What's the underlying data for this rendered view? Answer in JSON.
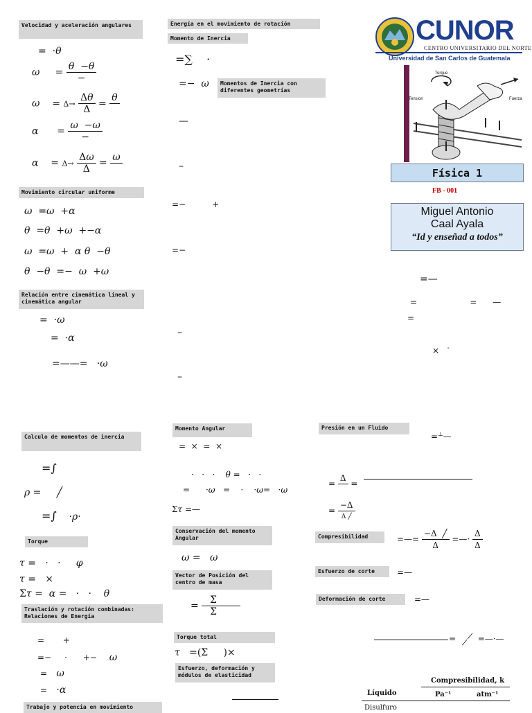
{
  "sections": {
    "velocidad": "Velocidad y aceleración angulares",
    "energia_rot": "Energía en el movimiento de rotación",
    "momento_inercia": "Momento de Inercia",
    "momentos_geom": "Momentos de Inercia con diferentes geometrías",
    "mcu": "Movimiento circular uniforme",
    "relacion": "Relación entre cinemática lineal y cinemática angular",
    "calculo": "Calculo de momentos de inercia",
    "torque": "Torque",
    "traslacion": "Traslación y rotación combinadas: Relaciones de Energía",
    "trabajo": "Trabajo y potencia en movimiento",
    "momento_angular": "Momento Angular",
    "conservacion": "Conservación del momento Angular",
    "vector_posicion": "Vector de Posición del centro de masa",
    "torque_total": "Torque total",
    "esfuerzo": "Esfuerzo, deformación y módulos de elasticidad",
    "presion": "Presión en un Fluido",
    "compresibilidad": "Compresibilidad",
    "esfuerzo_corte": "Esfuerzo de corte",
    "deformacion_corte": "Deformación de corte"
  },
  "logo": {
    "name": "CUNOR",
    "subtitle": "Centro Universitario del Norte",
    "university": "Universidad de San Carlos de Guatemala"
  },
  "figure_labels": {
    "torque": "Torque",
    "tension": "Tension",
    "fuerza": "Fuerza"
  },
  "course": {
    "title": "Física 1",
    "code": "FB - 001",
    "author_line1": "Miguel Antonio",
    "author_line2": "Caal Ayala",
    "motto": "“Id y enseñad a todos”"
  },
  "table": {
    "title": "Compresibilidad, k",
    "col_liquid": "Líquido",
    "col_pa": "Pa⁻¹",
    "col_atm": "atm⁻¹",
    "row1": "Disulfuro"
  },
  "colors": {
    "header_bg": "#d6d6d6",
    "cunor_blue": "#1f3f8f",
    "course_box": "#c6dcf0",
    "author_box": "#dde9f6",
    "code_red": "#c00000"
  }
}
